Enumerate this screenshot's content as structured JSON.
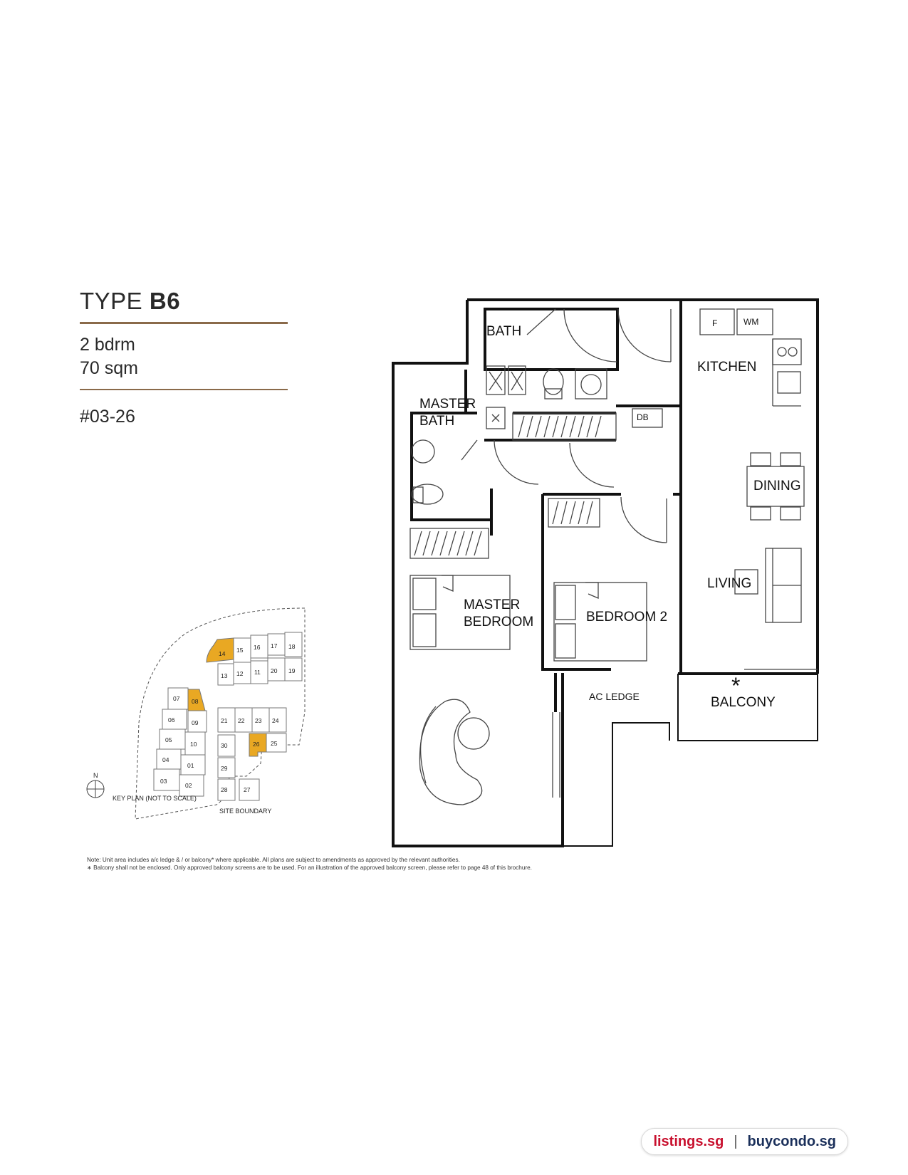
{
  "header": {
    "type_prefix": "TYPE ",
    "type_code": "B6",
    "bedrooms": "2 bdrm",
    "area": "70 sqm",
    "unit_number": "#03-26"
  },
  "rooms": {
    "bath": "BATH",
    "master_bath_line1": "MASTER",
    "master_bath_line2": "BATH",
    "kitchen": "KITCHEN",
    "dining": "DINING",
    "living": "LIVING",
    "master_bedroom_line1": "MASTER",
    "master_bedroom_line2": "BEDROOM",
    "bedroom2": "BEDROOM 2",
    "ac_ledge": "AC LEDGE",
    "balcony": "BALCONY",
    "balcony_mark": "*",
    "fridge": "F",
    "washing_machine": "WM",
    "db": "DB"
  },
  "key_plan": {
    "units": [
      "14",
      "15",
      "16",
      "17",
      "18",
      "13",
      "12",
      "11",
      "20",
      "19",
      "07",
      "08",
      "06",
      "09",
      "05",
      "10",
      "04",
      "01",
      "03",
      "02",
      "21",
      "22",
      "23",
      "24",
      "30",
      "26",
      "25",
      "29",
      "28",
      "27"
    ],
    "highlighted_units": [
      "14",
      "08",
      "26"
    ],
    "highlight_color": "#e9a823",
    "north": "N",
    "caption": "KEY PLAN (NOT TO SCALE)",
    "site_boundary": "SITE BOUNDARY"
  },
  "notes": {
    "line1": "Note: Unit area includes a/c ledge & / or balcony* where applicable. All plans are subject to amendments as approved by the relevant authorities.",
    "line2": "∗ Balcony shall not be enclosed. Only approved balcony screens are to be used. For an illustration of the approved balcony screen, please refer to page 48 of this brochure."
  },
  "brand": {
    "left": "listings.sg",
    "separator": "|",
    "right": "buycondo.sg"
  }
}
